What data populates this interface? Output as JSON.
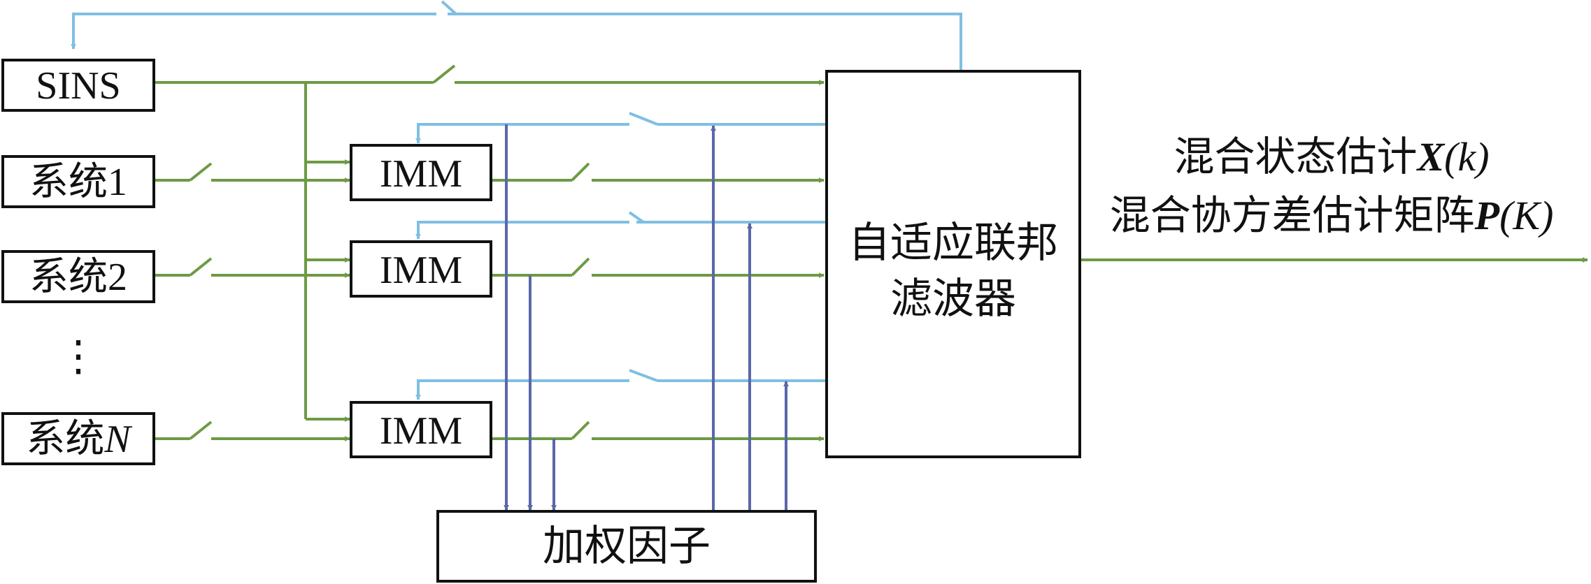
{
  "blocks": {
    "sins": "SINS",
    "system1": "系统1",
    "system2": "系统2",
    "ellipsis": "⋮",
    "systemN_prefix": "系统",
    "systemN_var": "N",
    "imm1": "IMM",
    "imm2": "IMM",
    "imm3": "IMM",
    "filter_line1": "自适应联邦",
    "filter_line2": "滤波器",
    "weight": "加权因子"
  },
  "outputs": {
    "state_text": "混合状态估计",
    "state_var": "X",
    "state_arg": "(k)",
    "cov_text": "混合协方差估计矩阵",
    "cov_var": "P",
    "cov_arg": "(K)"
  },
  "colors": {
    "green": "#6e9a44",
    "lightblue": "#7fbfe3",
    "darkblue": "#5968a8",
    "box_stroke": "#111111"
  }
}
